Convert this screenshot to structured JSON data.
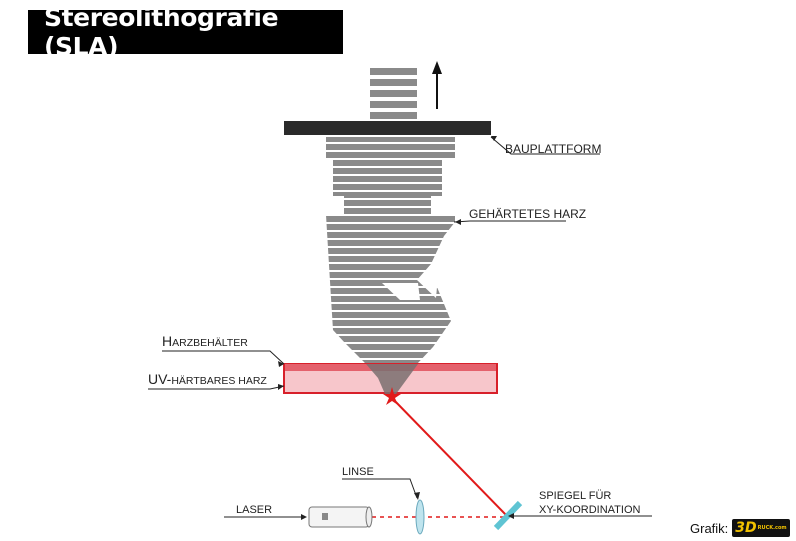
{
  "title": "Stereolithografie (SLA)",
  "labels": {
    "build_platform": "BAUPLATTFORM",
    "cured_resin": "GEHÄRTETES HARZ",
    "resin_tank_initial": "H",
    "resin_tank_rest": "ARZBEHÄLTER",
    "uv_resin_initial": "UV-",
    "uv_resin_rest": "HÄRTBARES HARZ",
    "lens": "LINSE",
    "laser": "LASER",
    "mirror_line1": "SPIEGEL FÜR",
    "mirror_line2": "XY-KOORDINATION"
  },
  "credit": {
    "prefix": "Grafik:",
    "logo_main": "3D",
    "logo_sub": "RUCK.com"
  },
  "colors": {
    "laser": "#e11a1a",
    "resin_fill": "#f7c6cb",
    "resin_border": "#d8202a",
    "cured": "#8a8a8a",
    "platform": "#2a2a2a",
    "mirror": "#5fc4d3"
  }
}
